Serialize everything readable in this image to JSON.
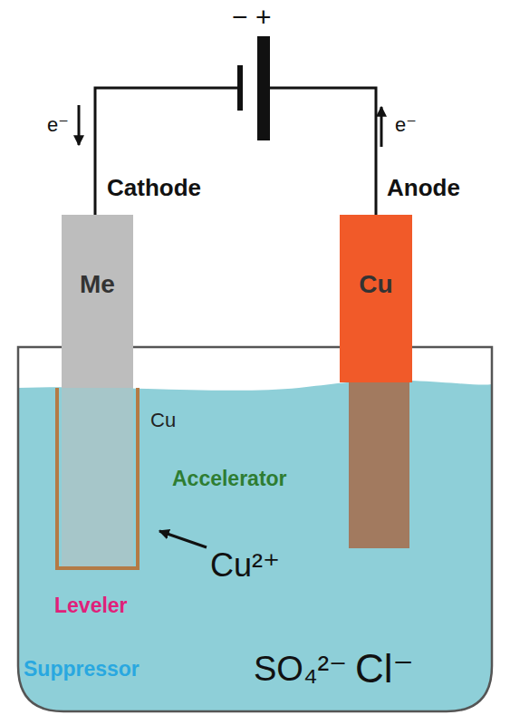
{
  "diagram": {
    "nodes": [
      {
        "text": [
          "Cathode",
          "Me"
        ]
      },
      {
        "text": [
          "Anode",
          "Cu"
        ]
      }
    ],
    "labels": [
      "−",
      "+",
      "e⁻",
      "e⁻",
      "Cu",
      "Accelerator",
      "Cu²⁺",
      "Leveler",
      "Suppressor",
      "SO₄²⁻",
      "Cl⁻"
    ]
  }
}
